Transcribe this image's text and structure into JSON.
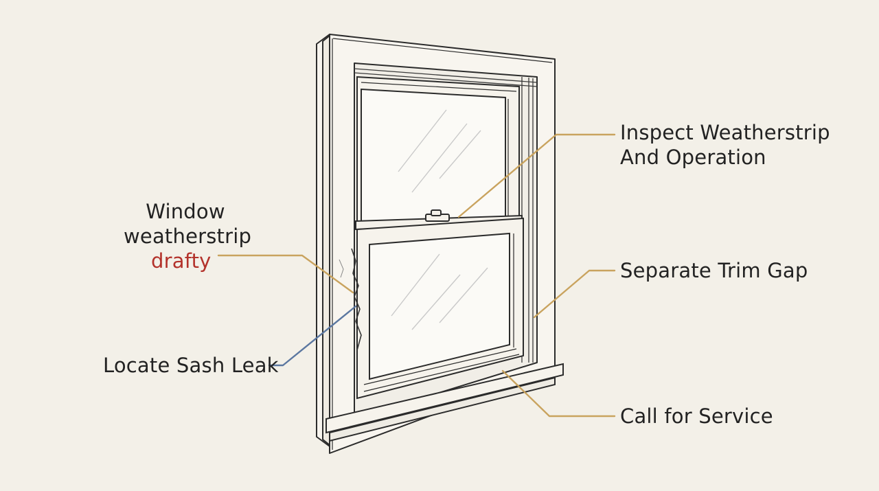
{
  "labels": {
    "inspect": {
      "line1": "Inspect Weatherstrip",
      "line2": "And Operation"
    },
    "window": {
      "line1": "Window",
      "line2": "weatherstrip",
      "line3": "drafty"
    },
    "trim": "Separate Trim Gap",
    "sash": "Locate Sash Leak",
    "service": "Call for Service"
  },
  "colors": {
    "background": "#f3f0e8",
    "ink": "#222222",
    "callout_gold": "#c9a35e",
    "callout_blue": "#5b77a0",
    "accent_red": "#b3322b",
    "glass_streak": "#c9c9c9"
  }
}
